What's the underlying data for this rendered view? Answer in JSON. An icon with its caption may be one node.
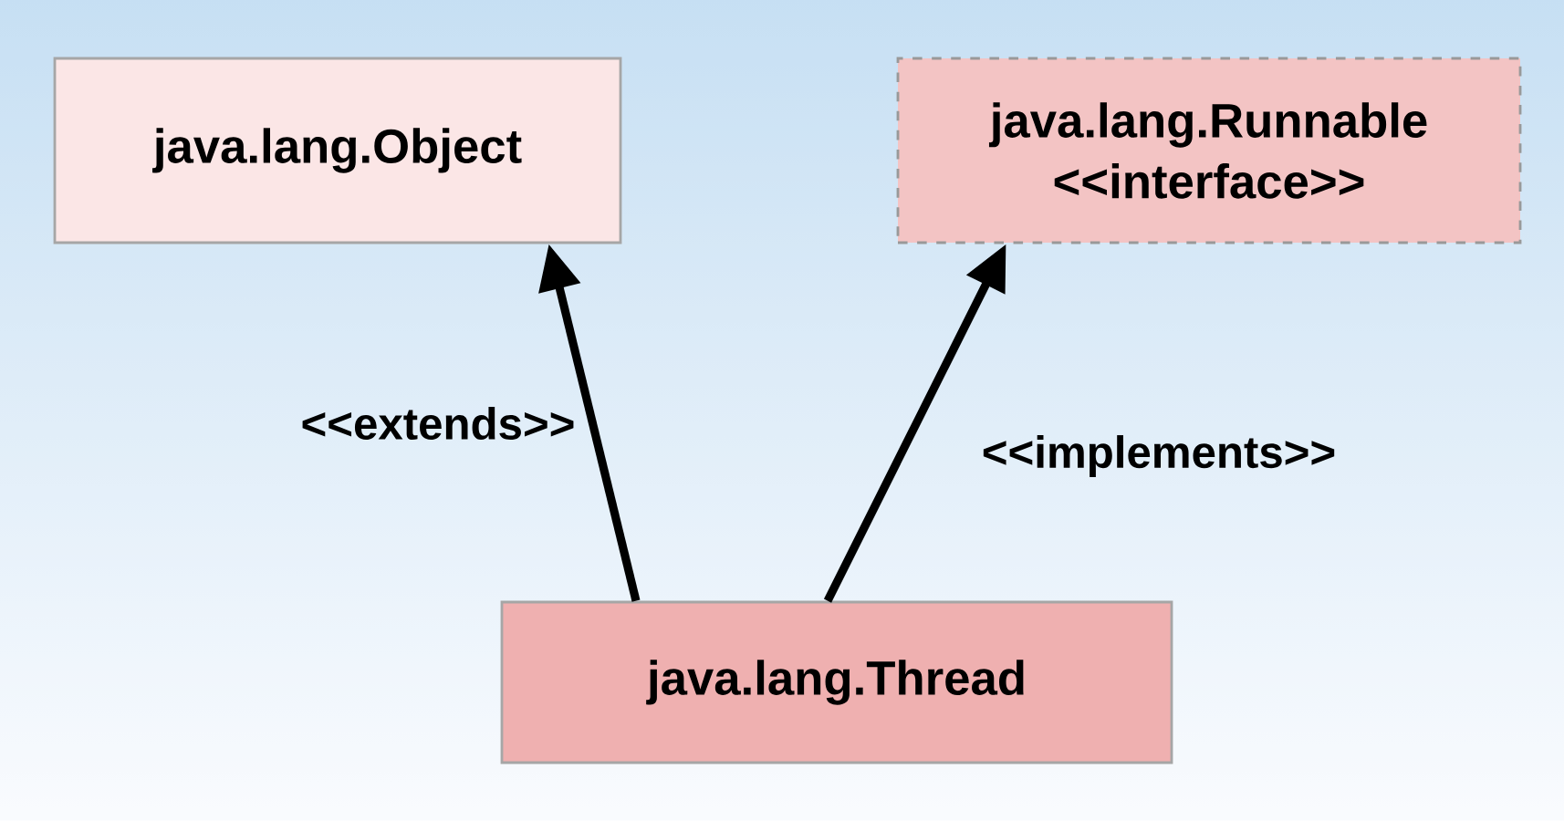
{
  "diagram": {
    "nodes": [
      {
        "text": [
          "java.lang.Object"
        ]
      },
      {
        "text": [
          "java.lang.Runnable <<interface>>"
        ]
      },
      {
        "text": [
          "java.lang.Thread"
        ]
      }
    ],
    "edges": [
      {
        "from": 2,
        "to": 0,
        "arrow": "to",
        "label": "<<extends>>"
      },
      {
        "from": 2,
        "to": 1,
        "arrow": "to",
        "label": "<<implements>>"
      }
    ]
  }
}
